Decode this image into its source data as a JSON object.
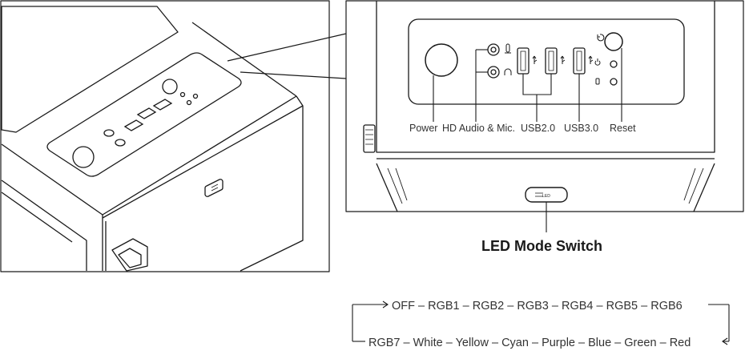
{
  "callout": {
    "labels": {
      "power": "Power",
      "audio": "HD Audio & Mic.",
      "usb2": "USB2.0",
      "usb3": "USB3.0",
      "reset": "Reset"
    },
    "led_button_text": "LED"
  },
  "led_switch_title": "LED Mode Switch",
  "mode_cycle": {
    "row1": [
      "OFF",
      "RGB1",
      "RGB2",
      "RGB3",
      "RGB4",
      "RGB5",
      "RGB6"
    ],
    "row2": [
      "RGB7",
      "White",
      "Yellow",
      "Cyan",
      "Purple",
      "Blue",
      "Green",
      "Red"
    ],
    "separator": " – "
  },
  "colors": {
    "line": "#1a1a1a",
    "text": "#333333"
  }
}
